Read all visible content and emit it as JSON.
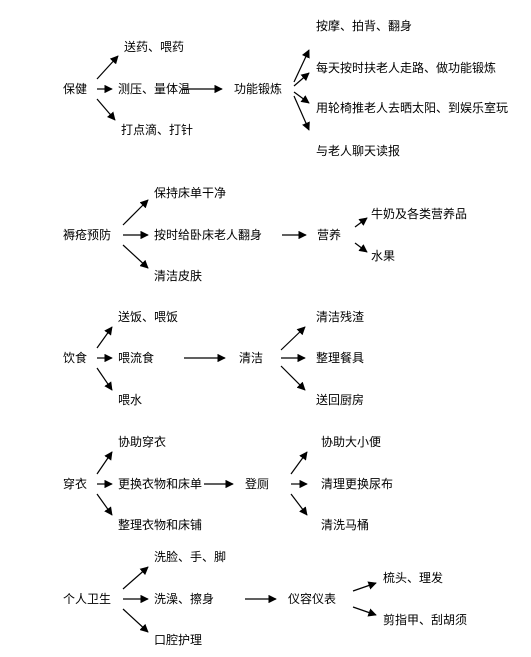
{
  "sections": [
    {
      "id": "baojian",
      "root": "保健",
      "children": [
        "送药、喂药",
        "测压、量体温",
        "打点滴、打针"
      ],
      "middle": "功能锻炼",
      "leaves": [
        "按摩、拍背、翻身",
        "每天按时扶老人走路、做功能锻炼",
        "用轮椅推老人去晒太阳、到娱乐室玩",
        "与老人聊天读报"
      ]
    },
    {
      "id": "rouchuang",
      "root": "褥疮预防",
      "children": [
        "保持床单干净",
        "按时给卧床老人翻身",
        "清洁皮肤"
      ],
      "middle": "营养",
      "leaves": [
        "牛奶及各类营养品",
        "水果"
      ]
    },
    {
      "id": "yinshi",
      "root": "饮食",
      "children": [
        "送饭、喂饭",
        "喂流食",
        "喂水"
      ],
      "middle": "清洁",
      "leaves": [
        "清洁残渣",
        "整理餐具",
        "送回厨房"
      ]
    },
    {
      "id": "chuanyi",
      "root": "穿衣",
      "children": [
        "协助穿衣",
        "更换衣物和床单",
        "整理衣物和床铺"
      ],
      "middle": "登厕",
      "leaves": [
        "协助大小便",
        "清理更换尿布",
        "清洗马桶"
      ]
    },
    {
      "id": "geren",
      "root": "个人卫生",
      "children": [
        "洗脸、手、脚",
        "洗澡、擦身",
        "口腔护理"
      ],
      "middle": "仪容仪表",
      "leaves": [
        "梳头、理发",
        "剪指甲、刮胡须"
      ]
    }
  ]
}
